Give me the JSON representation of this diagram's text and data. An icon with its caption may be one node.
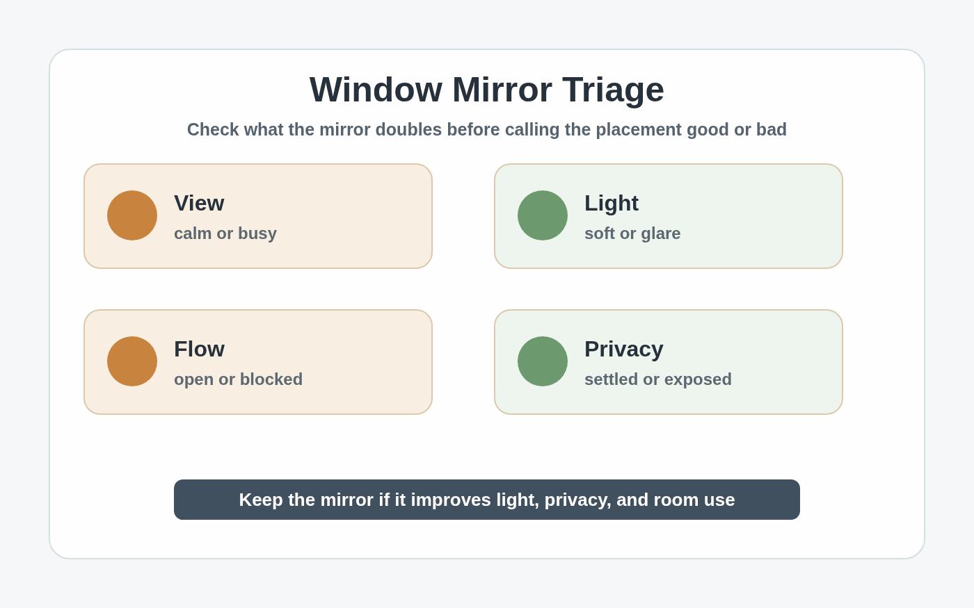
{
  "diagram": {
    "nodes": [
      {
        "text": [
          "Window Mirror Triage",
          "Check what the mirror doubles before calling the placement good or bad"
        ]
      },
      {
        "text": [
          "View",
          "calm or busy"
        ],
        "in": 0
      },
      {
        "text": [
          "Light",
          "soft or glare"
        ],
        "in": 0
      },
      {
        "text": [
          "Flow",
          "open or blocked"
        ],
        "in": 0
      },
      {
        "text": [
          "Privacy",
          "settled or exposed"
        ],
        "in": 0
      },
      {
        "text": [
          "Keep the mirror if it improves light, privacy, and room use"
        ],
        "in": 0
      }
    ]
  }
}
